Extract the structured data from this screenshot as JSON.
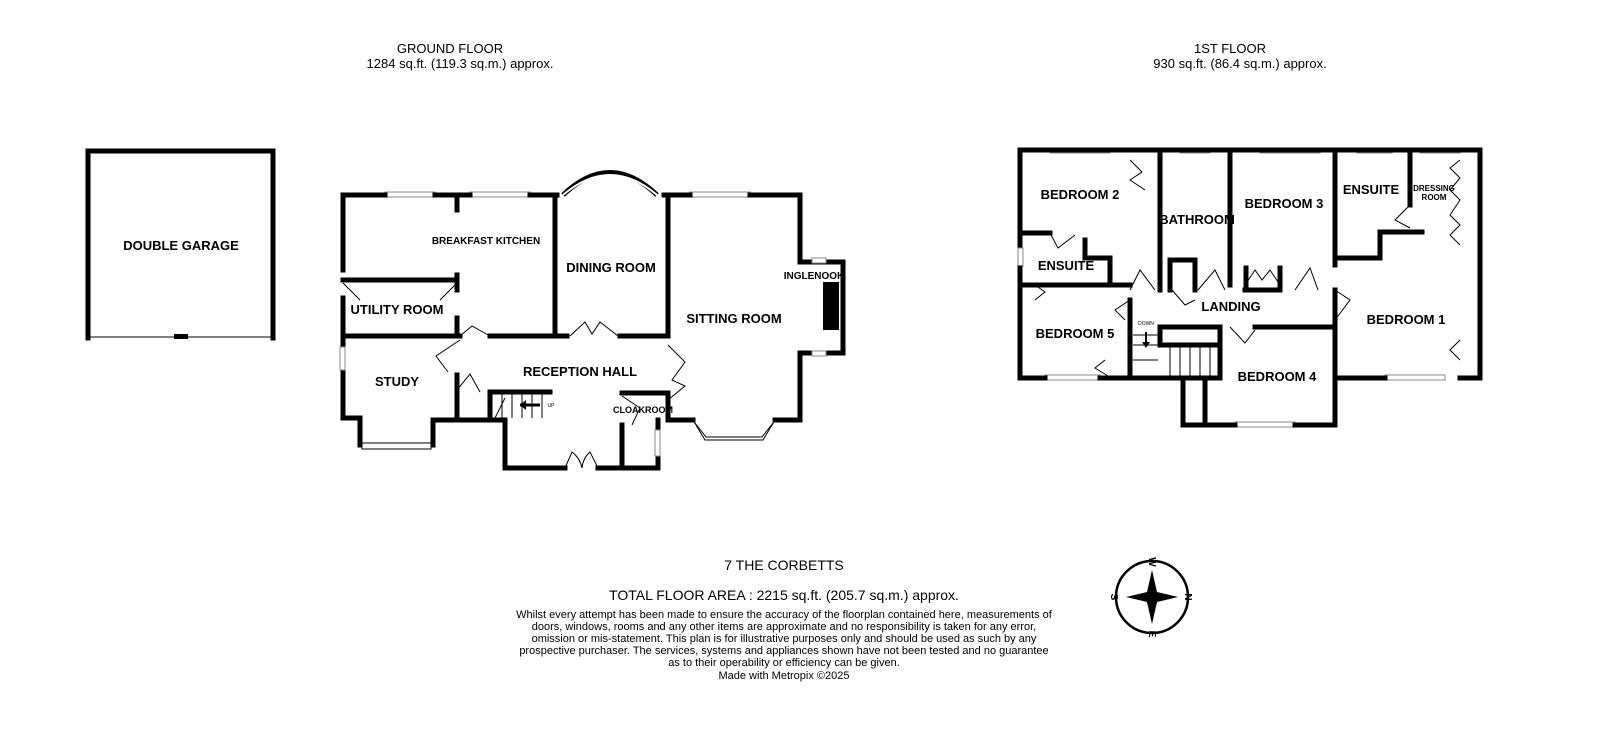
{
  "ground_floor": {
    "title": "GROUND FLOOR",
    "area": "1284 sq.ft. (119.3 sq.m.) approx.",
    "rooms": {
      "garage": "DOUBLE GARAGE",
      "kitchen": "BREAKFAST KITCHEN",
      "dining": "DINING ROOM",
      "inglenook": "INGLENOOK",
      "sitting": "SITTING ROOM",
      "utility": "UTILITY ROOM",
      "study": "STUDY",
      "hall": "RECEPTION HALL",
      "cloakroom": "CLOAKROOM",
      "up": "UP"
    }
  },
  "first_floor": {
    "title": "1ST FLOOR",
    "area": "930 sq.ft. (86.4 sq.m.) approx.",
    "rooms": {
      "bed2": "BEDROOM 2",
      "bathroom": "BATHROOM",
      "bed3": "BEDROOM 3",
      "ensuite1": "ENSUITE",
      "dressing1": "DRESSING",
      "dressing2": "ROOM",
      "ensuite2": "ENSUITE",
      "landing": "LANDING",
      "bed1": "BEDROOM 1",
      "bed5": "BEDROOM 5",
      "bed4": "BEDROOM 4",
      "down": "DOWN"
    }
  },
  "footer": {
    "property": "7 THE CORBETTS",
    "total": "TOTAL FLOOR AREA : 2215 sq.ft. (205.7 sq.m.) approx.",
    "disclaimer": "Whilst every attempt has been made to ensure the accuracy of the floorplan contained here, measurements of doors, windows, rooms and any other items are approximate and no responsibility is taken for any error, omission or mis-statement. This plan is for illustrative purposes only and should be used as such by any prospective purchaser. The services, systems and appliances shown have not been tested and no guarantee as to their operability or efficiency can be given.",
    "credit": "Made with Metropix ©2025"
  },
  "compass": {
    "n": "N",
    "s": "S",
    "e": "E",
    "w": "W"
  }
}
